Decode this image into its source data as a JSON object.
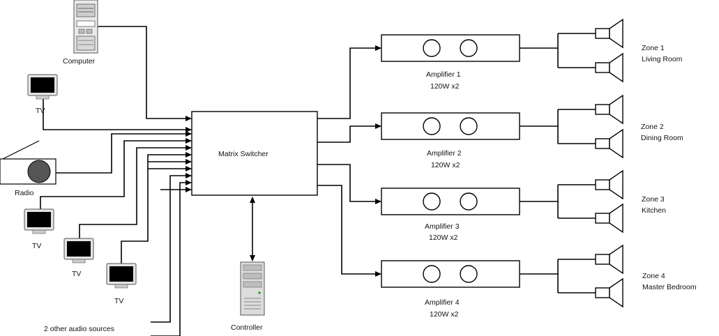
{
  "sources": {
    "computer": "Computer",
    "tv1": "TV",
    "radio": "Radio",
    "tv2": "TV",
    "tv3": "TV",
    "tv4": "TV",
    "other": "2 other audio sources"
  },
  "switcher": {
    "label": "Matrix Switcher"
  },
  "controller": {
    "label": "Controller"
  },
  "amplifiers": [
    {
      "name": "Amplifier 1",
      "power": "120W x2"
    },
    {
      "name": "Amplifier 2",
      "power": "120W x2"
    },
    {
      "name": "Amplifier 3",
      "power": "120W x2"
    },
    {
      "name": "Amplifier 4",
      "power": "120W x2"
    }
  ],
  "zones": [
    {
      "zone": "Zone 1",
      "room": "Living Room"
    },
    {
      "zone": "Zone 2",
      "room": "Dining Room"
    },
    {
      "zone": "Zone 3",
      "room": "Kitchen"
    },
    {
      "zone": "Zone 4",
      "room": "Master Bedroom"
    }
  ]
}
